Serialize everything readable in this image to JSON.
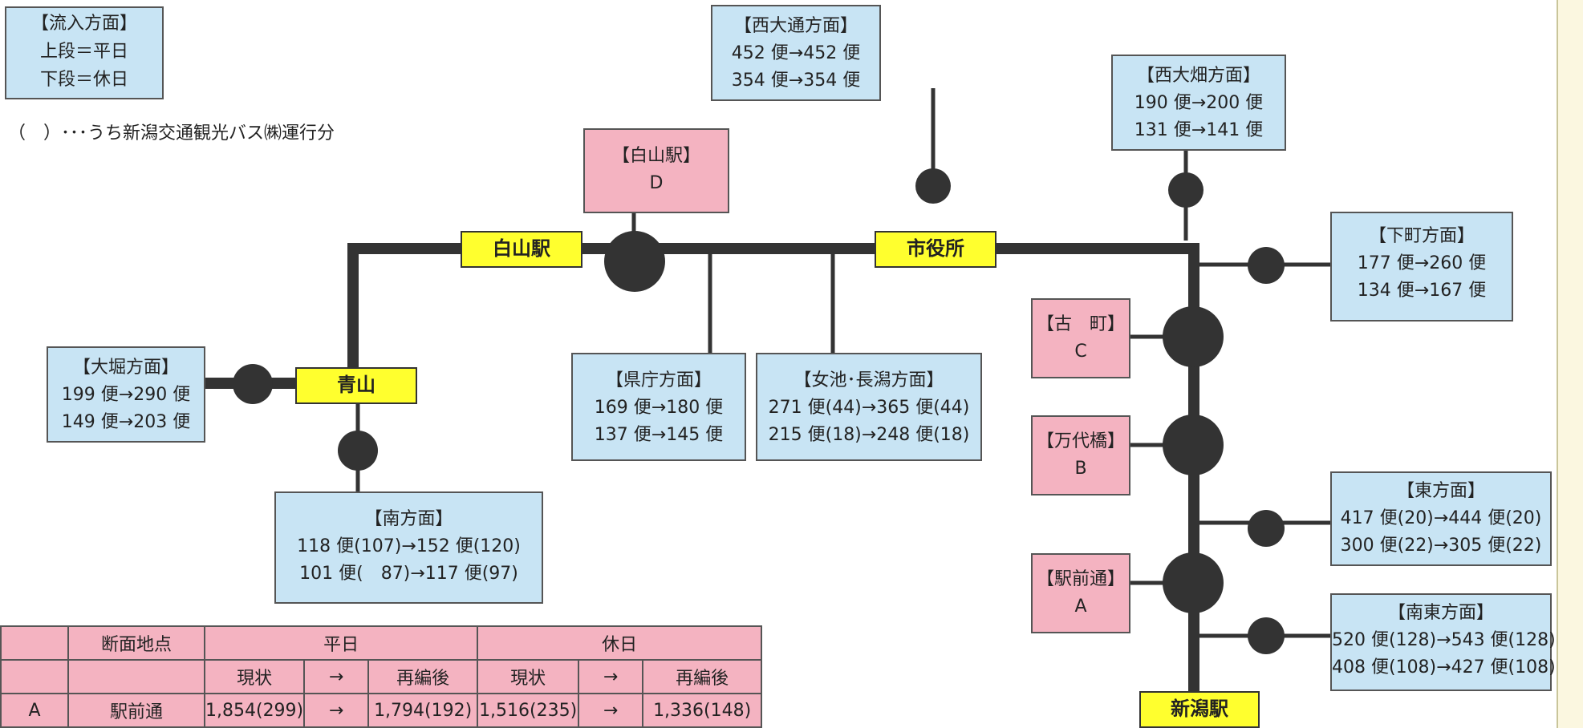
{
  "legend": {
    "title": "【流入方面】",
    "upper": "上段＝平日",
    "lower": "下段＝休日",
    "note": "（　）･･･うち新潟交通観光バス㈱運行分"
  },
  "stops": {
    "hakusan": "白山駅",
    "shiyakusho": "市役所",
    "aoyama": "青山",
    "niigata": "新潟駅"
  },
  "points": {
    "D": {
      "name": "【白山駅】",
      "code": "D"
    },
    "C": {
      "name": "【古　町】",
      "code": "C"
    },
    "B": {
      "name": "【万代橋】",
      "code": "B"
    },
    "A": {
      "name": "【駅前通】",
      "code": "A"
    }
  },
  "directions": {
    "nishiodori": {
      "name": "【西大通方面】",
      "weekday": "452 便→452 便",
      "holiday": "354 便→354 便"
    },
    "nishiohata": {
      "name": "【西大畑方面】",
      "weekday": "190 便→200 便",
      "holiday": "131 便→141 便"
    },
    "shimomachi": {
      "name": "【下町方面】",
      "weekday": "177 便→260 便",
      "holiday": "134 便→167 便"
    },
    "ohori": {
      "name": "【大堀方面】",
      "weekday": "199 便→290 便",
      "holiday": "149 便→203 便"
    },
    "kencho": {
      "name": "【県庁方面】",
      "weekday": "169 便→180 便",
      "holiday": "137 便→145 便"
    },
    "meike": {
      "name": "【女池･長潟方面】",
      "weekday": "271 便(44)→365 便(44)",
      "holiday": "215 便(18)→248 便(18)"
    },
    "minami": {
      "name": "【南方面】",
      "weekday": "118 便(107)→152 便(120)",
      "holiday": "101 便(　87)→117 便(97)"
    },
    "higashi": {
      "name": "【東方面】",
      "weekday": "417 便(20)→444 便(20)",
      "holiday": "300 便(22)→305 便(22)"
    },
    "nanto": {
      "name": "【南東方面】",
      "weekday": "520 便(128)→543 便(128)",
      "holiday": "408 便(108)→427 便(108)"
    }
  },
  "table": {
    "header1": {
      "point": "断面地点",
      "weekday": "平日",
      "holiday": "休日"
    },
    "header2": {
      "current": "現状",
      "arrow": "→",
      "after": "再編後"
    },
    "rows": [
      {
        "code": "A",
        "name": "駅前通",
        "wd_current": "1,854(299)",
        "wd_arrow": "→",
        "wd_after": "1,794(192)",
        "hd_current": "1,516(235)",
        "hd_arrow": "→",
        "hd_after": "1,336(148)"
      }
    ]
  },
  "colors": {
    "direction_box": "#c8e4f4",
    "point_box": "#f4b3c1",
    "stop_box": "#ffff2e",
    "route_line": "#333333"
  }
}
